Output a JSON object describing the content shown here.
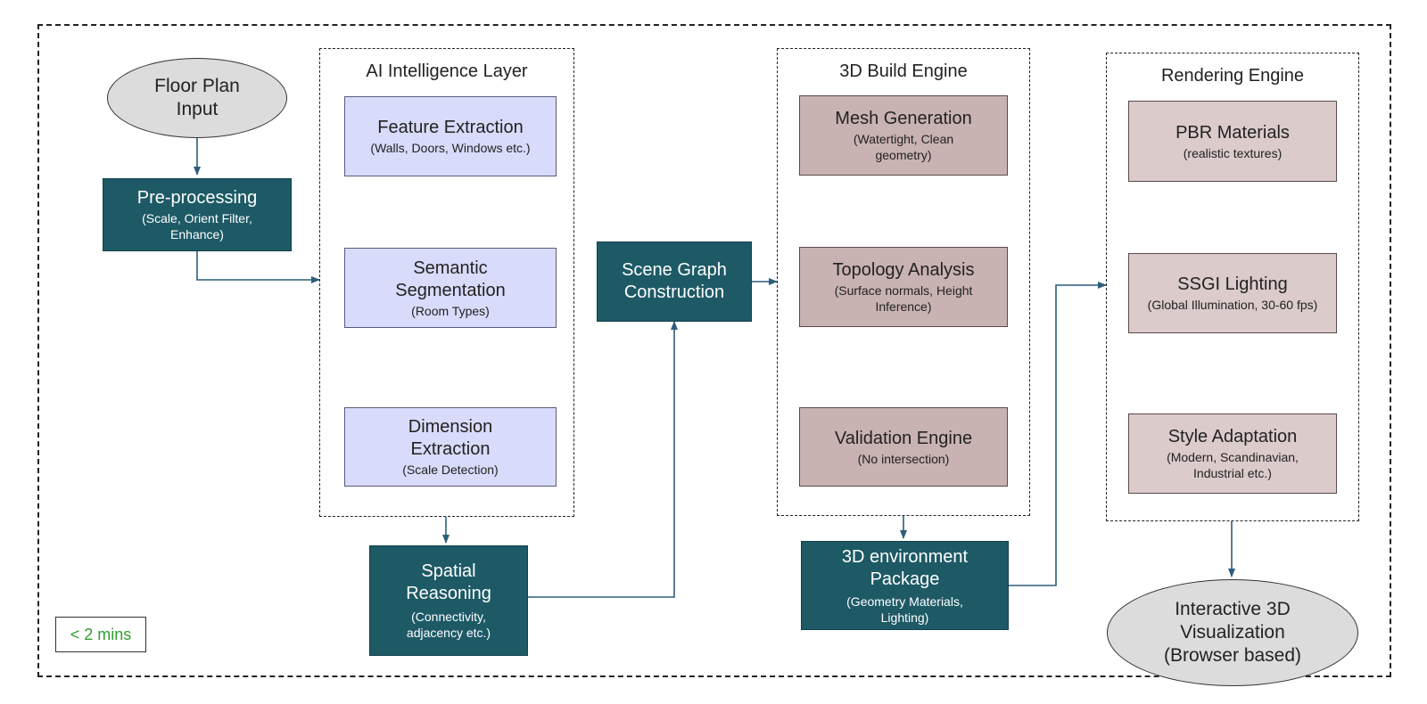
{
  "nodes": {
    "floor_plan": {
      "lines": [
        "Floor Plan",
        "Input"
      ]
    },
    "preprocessing": {
      "title": "Pre-processing",
      "sub": "(Scale, Orient Filter, Enhance)"
    },
    "feature_extraction": {
      "title": "Feature Extraction",
      "sub": "(Walls, Doors, Windows etc.)"
    },
    "semantic_segmentation": {
      "title": "Semantic Segmentation",
      "sub": "(Room Types)"
    },
    "dimension_extraction": {
      "title": "Dimension Extraction",
      "sub": "(Scale Detection)"
    },
    "spatial_reasoning": {
      "title": "Spatial Reasoning",
      "sub": "(Connectivity, adjacency etc.)"
    },
    "scene_graph": {
      "title": "Scene Graph Construction"
    },
    "mesh_generation": {
      "title": "Mesh Generation",
      "sub": "(Watertight, Clean geometry)"
    },
    "topology_analysis": {
      "title": "Topology Analysis",
      "sub": "(Surface normals, Height Inference)"
    },
    "validation_engine": {
      "title": "Validation Engine",
      "sub": "(No intersection)"
    },
    "env_package": {
      "title": "3D environment Package",
      "sub": "(Geometry Materials, Lighting)"
    },
    "pbr_materials": {
      "title": "PBR Materials",
      "sub": "(realistic textures)"
    },
    "ssgi_lighting": {
      "title": "SSGI Lighting",
      "sub": "(Global Illumination, 30-60 fps)"
    },
    "style_adaptation": {
      "title": "Style Adaptation",
      "sub": "(Modern, Scandinavian, Industrial etc.)"
    },
    "interactive_viz": {
      "lines": [
        "Interactive 3D",
        "Visualization",
        "(Browser based)"
      ]
    }
  },
  "groups": {
    "ai_layer": "AI Intelligence Layer",
    "build_engine": "3D Build Engine",
    "rendering_engine": "Rendering Engine"
  },
  "badge": "< 2 mins",
  "colors": {
    "dark_box": "#1d5a66",
    "lavender_box": "#d9dbfb",
    "mauve_box": "#c9b2b2",
    "pink_box": "#dccbcb",
    "ellipse": "#dcdcdc",
    "connector": "#2d5e7a",
    "badge_text": "#2f9e2f"
  }
}
